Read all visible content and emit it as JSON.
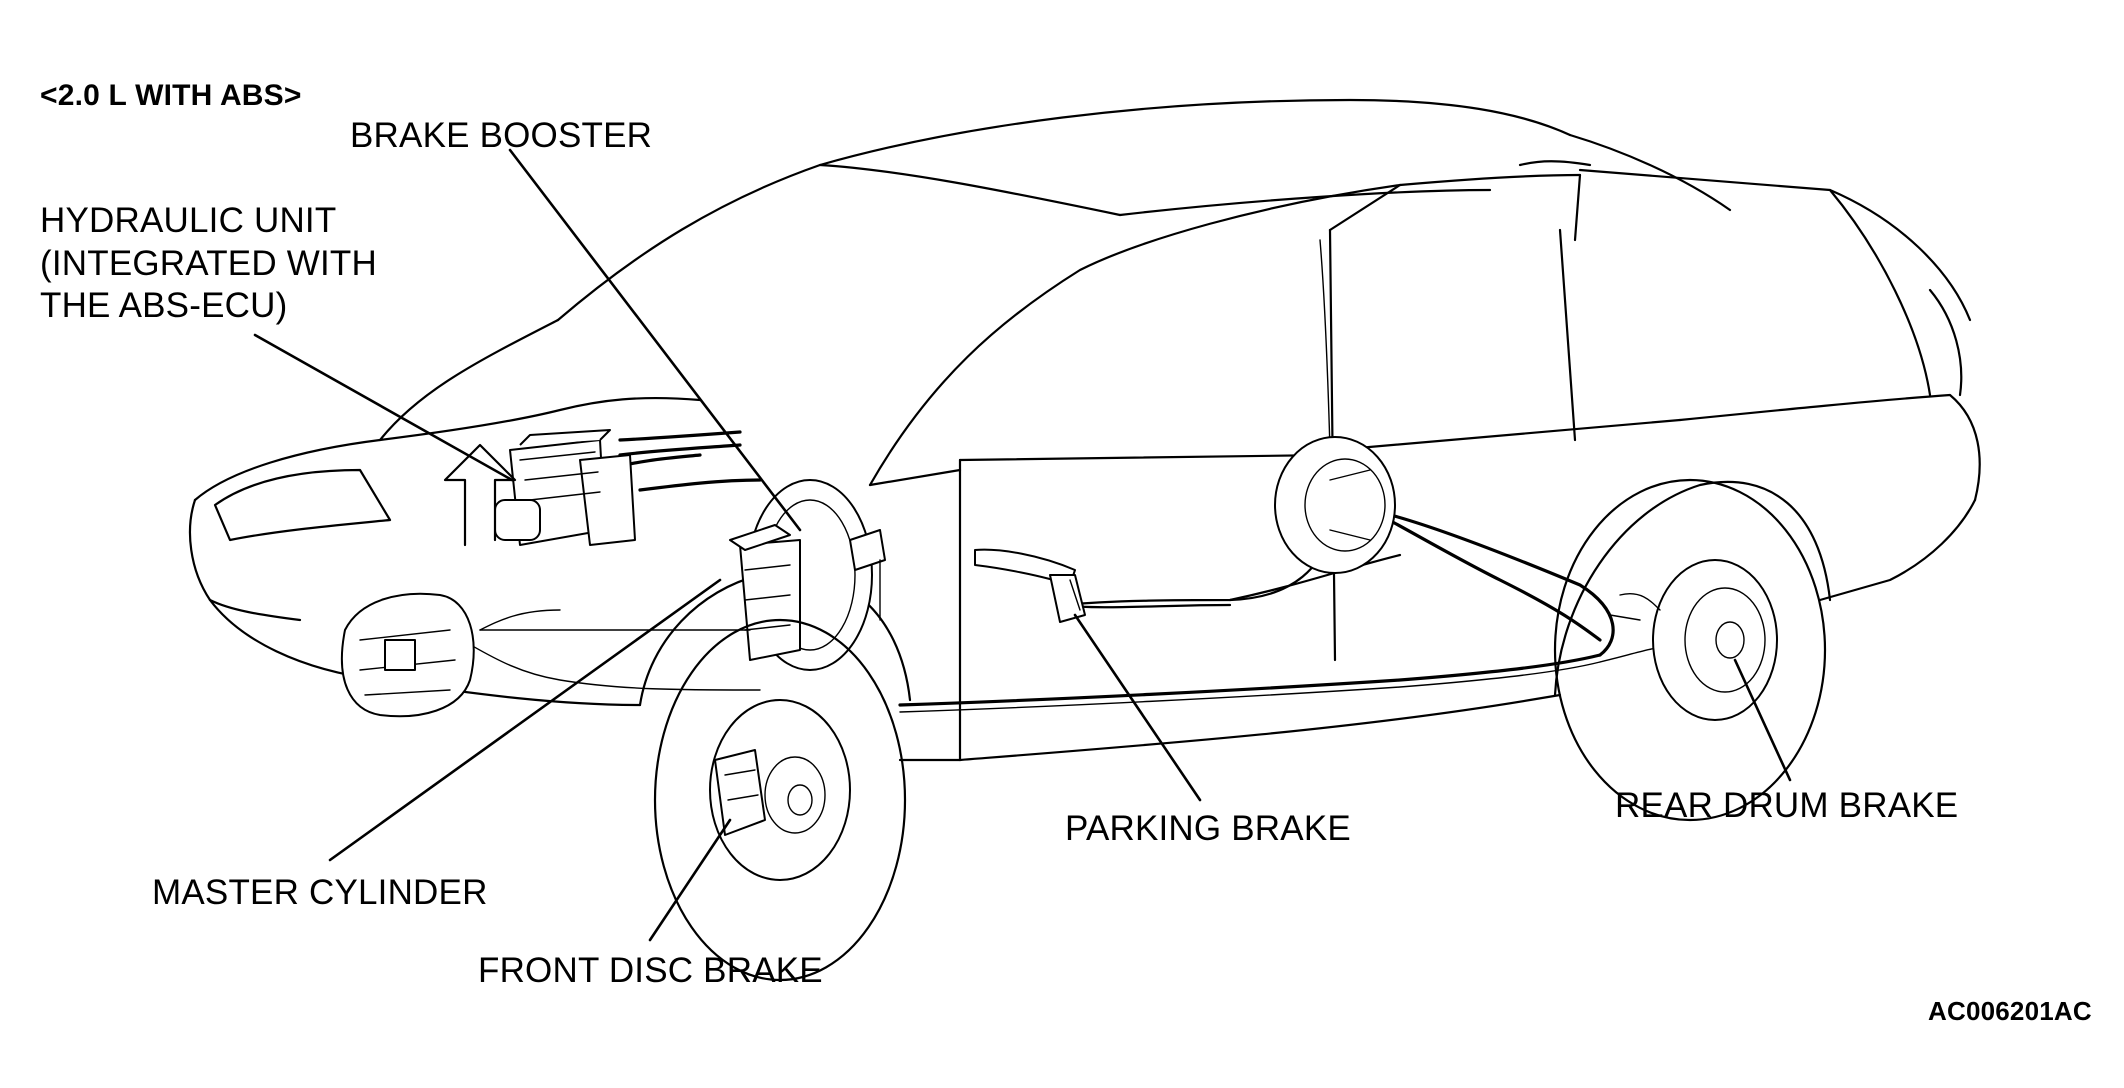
{
  "heading": "<2.0 L WITH ABS>",
  "labels": {
    "brake_booster": "BRAKE BOOSTER",
    "hydraulic_unit_line1": "HYDRAULIC UNIT",
    "hydraulic_unit_line2": "(INTEGRATED WITH",
    "hydraulic_unit_line3": "THE ABS-ECU)",
    "master_cylinder": "MASTER CYLINDER",
    "front_disc_brake": "FRONT DISC BRAKE",
    "parking_brake": "PARKING BRAKE",
    "rear_drum_brake": "REAR DRUM BRAKE"
  },
  "figure_code": "AC006201AC"
}
